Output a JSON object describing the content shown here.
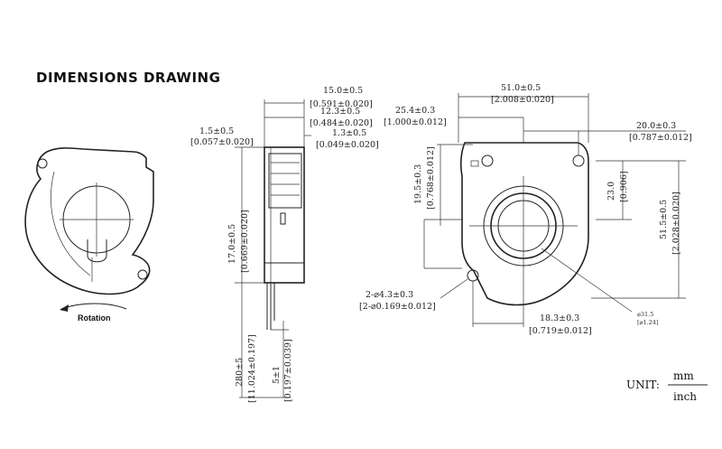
{
  "title": "DIMENSIONS DRAWING",
  "rotation_label": "Rotation",
  "unit": {
    "label": "UNIT:",
    "numerator": "mm",
    "denominator": "inch"
  },
  "side_view": {
    "total_depth_mm": "15.0±0.5",
    "total_depth_in": "[0.591±0.020]",
    "body_depth_mm": "12.3±0.5",
    "body_depth_in": "[0.484±0.020]",
    "flange_mm": "1.3±0.5",
    "flange_in": "[0.049±0.020]",
    "left_offset_mm": "1.5±0.5",
    "left_offset_in": "[0.057±0.020]",
    "height_mm": "17.0±0.5",
    "height_in": "[0.669±0.020]",
    "wire_length_mm": "280±5",
    "wire_length_in": "[11.024±0.197]",
    "strip_mm": "5±1",
    "strip_in": "[0.197±0.039]"
  },
  "front_view": {
    "width_mm": "51.0±0.5",
    "width_in": "[2.008±0.020]",
    "hole_x_mm": "25.4±0.3",
    "hole_x_in": "[1.000±0.012]",
    "hole_offset_mm": "20.0±0.3",
    "hole_offset_in": "[0.787±0.012]",
    "top_hole_mm": "19.5±0.3",
    "top_hole_in": "[0.768±0.012]",
    "outlet_mm": "23.0",
    "outlet_in": "[0.906]",
    "height_mm": "51.5±0.5",
    "height_in": "[2.028±0.020]",
    "holes_mm": "2-⌀4.3±0.3",
    "holes_in": "[2-⌀0.169±0.012]",
    "bottom_mm": "18.3±0.3",
    "bottom_in": "[0.719±0.012]",
    "hub_mm": "⌀31.5",
    "hub_in": "[⌀1.24]"
  }
}
